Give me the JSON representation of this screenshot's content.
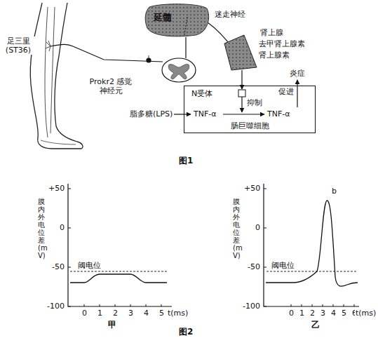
{
  "diagram": {
    "nodes": [
      {
        "text": [
          "延髓"
        ]
      },
      {
        "text": [
          "肠巨噬细胞"
        ]
      }
    ],
    "labels": [
      "足三里 (ST36)",
      "Prokr2 感觉神经元",
      "迷走神经",
      "肾上腺",
      "去甲肾上腺素",
      "肾上腺素",
      "N受体",
      "抑制",
      "促进",
      "炎症",
      "脂多糖(LPS)",
      "TNF-α",
      "TNF-α",
      "图1",
      "+50",
      "0",
      "-50",
      "-100",
      "膜内外电位差(mV)",
      "阈电位",
      "0",
      "1",
      "2",
      "3",
      "4",
      "5",
      "t(ms)",
      "甲",
      "+50",
      "0",
      "-50",
      "-100",
      "b",
      "膜内外电位差(mV)",
      "阈电位",
      "0",
      "1",
      "2",
      "3",
      "4",
      "5",
      "6",
      "t(ms)",
      "乙",
      "图2"
    ]
  }
}
